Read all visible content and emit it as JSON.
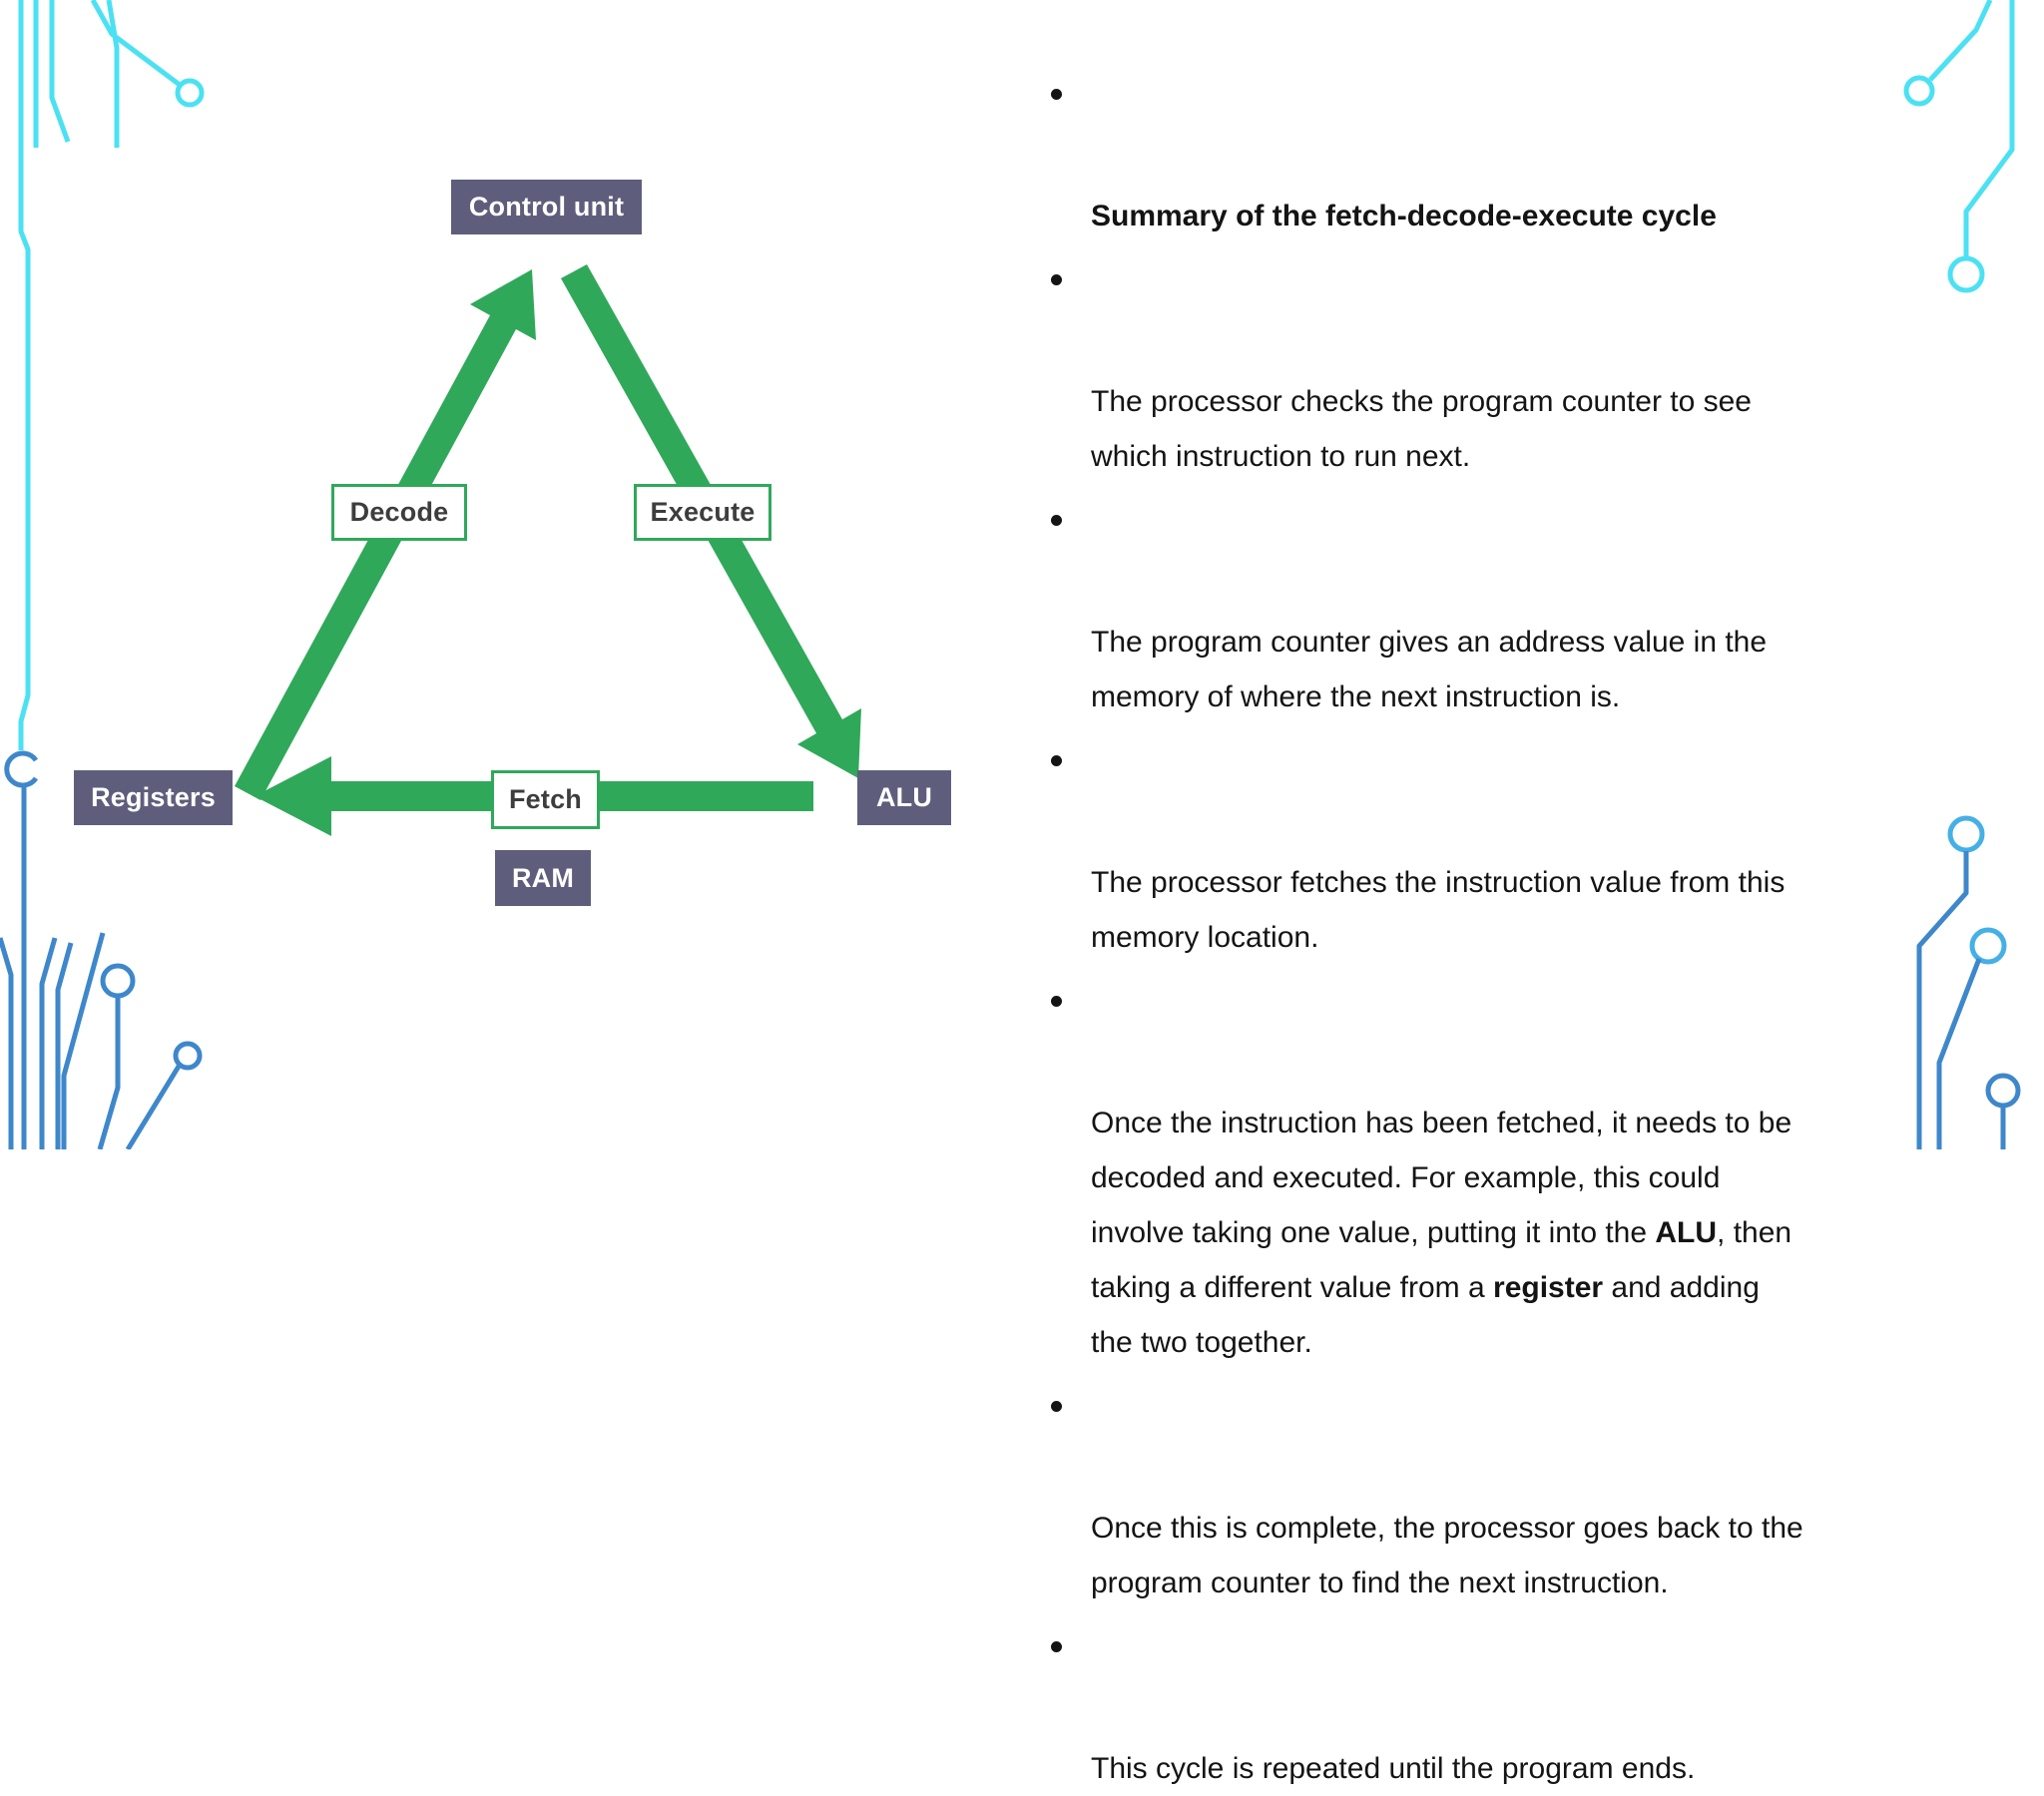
{
  "colors": {
    "green": "#30a85a",
    "node_purple": "#5e5e7c",
    "cyan": "#4be1f3",
    "blue": "#3e87cb",
    "blue_light": "#45b0e5",
    "text_dark": "#141414",
    "label_dark": "#3d3d3d"
  },
  "diagram": {
    "control_unit": "Control unit",
    "decode": "Decode",
    "execute": "Execute",
    "registers": "Registers",
    "fetch": "Fetch",
    "alu": "ALU",
    "ram": "RAM"
  },
  "bullets": {
    "b1": {
      "text": "Summary of the fetch-decode-execute cycle"
    },
    "b2": {
      "text": "The processor checks the program counter to see\nwhich instruction to run next."
    },
    "b3": {
      "text": "The program counter gives an address value in the\nmemory of where the next instruction is."
    },
    "b4": {
      "text": "The processor fetches the instruction value from this\nmemory location."
    },
    "b5": {
      "s0": "Once the instruction has been fetched, it needs to be\ndecoded and executed. For example, this could\ninvolve taking one value, putting it into the ",
      "s1": "ALU",
      "s2": ", then\ntaking a different value from a ",
      "s3": "register",
      "s4": " and adding\nthe two together."
    },
    "b6": {
      "text": "Once this is complete, the processor goes back to the\nprogram counter to find the next instruction."
    },
    "b7": {
      "text": "This cycle is repeated until the program ends."
    }
  }
}
